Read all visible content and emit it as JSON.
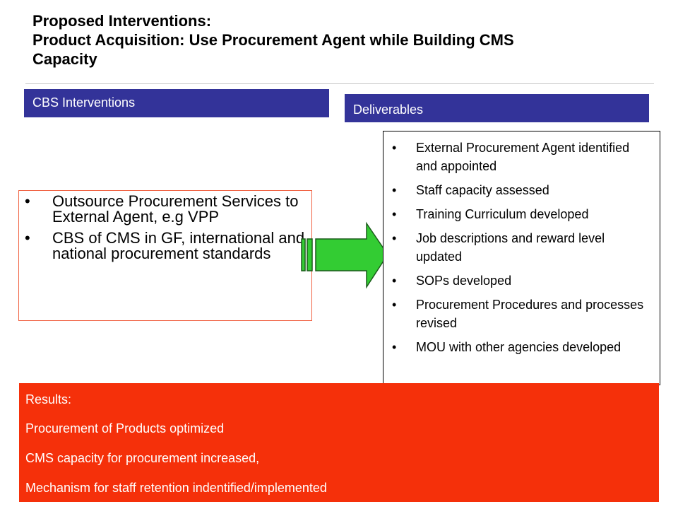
{
  "title": {
    "line1": "Proposed Interventions:",
    "line2": "Product Acquisition: Use Procurement Agent while Building CMS",
    "line3": "Capacity"
  },
  "cbs_header": "CBS Interventions",
  "deliverables_header": "Deliverables",
  "bullet_glyph": "•",
  "interventions": [
    "Outsource Procurement Services to External Agent, e.g VPP",
    "CBS of CMS in GF, international and national procurement standards"
  ],
  "deliverables": [
    "External Procurement Agent identified and appointed",
    "Staff capacity assessed",
    "Training Curriculum developed",
    "Job descriptions and reward level updated",
    "SOPs developed",
    "Procurement Procedures and processes revised",
    "MOU with other agencies developed"
  ],
  "results": {
    "heading": "Results:",
    "items": [
      "Procurement of Products optimized",
      "CMS capacity for procurement increased,",
      "Mechanism for staff retention indentified/implemented"
    ]
  },
  "colors": {
    "header_bar": "#333399",
    "results_bg": "#f5300a",
    "left_box_border": "#f06040",
    "arrow_fill": "#33cc33",
    "arrow_stroke": "#1a5c1a"
  },
  "icons": {
    "arrow": "green-right-arrow-icon"
  }
}
